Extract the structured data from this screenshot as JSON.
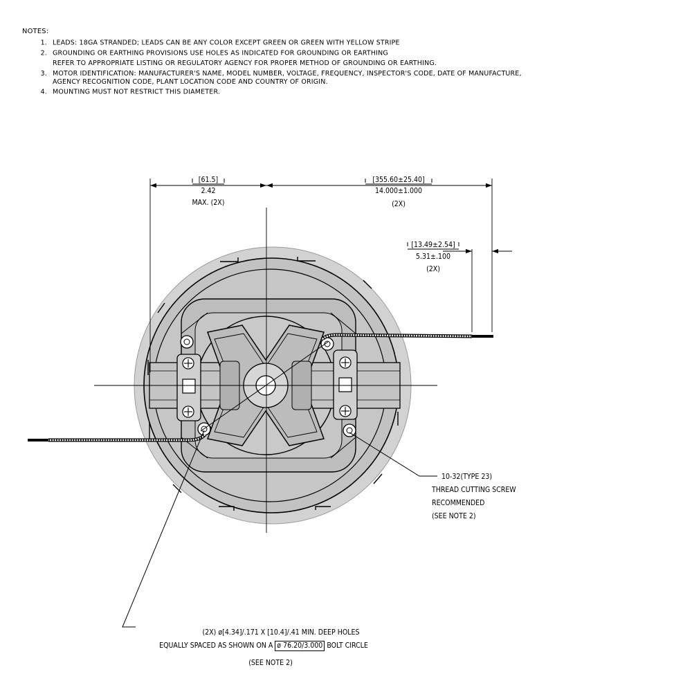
{
  "notes": {
    "title": "NOTES:",
    "items": [
      {
        "num": "1.",
        "lines": [
          "LEADS: 18GA STRANDED; LEADS CAN BE ANY COLOR EXCEPT GREEN OR GREEN WITH YELLOW STRIPE"
        ]
      },
      {
        "num": "2.",
        "lines": [
          "GROUNDING OR EARTHING PROVISIONS USE HOLES AS INDICATED FOR GROUNDING OR EARTHING",
          "REFER TO APPROPRIATE LISTING OR REGULATORY AGENCY FOR PROPER METHOD OF GROUNDING OR EARTHING."
        ]
      },
      {
        "num": "3.",
        "lines": [
          "MOTOR IDENTIFICATION: MANUFACTURER'S NAME, MODEL NUMBER, VOLTAGE, FREQUENCY, INSPECTOR'S CODE, DATE OF MANUFACTURE,",
          "AGENCY RECOGNITION CODE, PLANT LOCATION CODE AND COUNTRY OF ORIGIN."
        ]
      },
      {
        "num": "4.",
        "lines": [
          "MOUNTING MUST NOT RESTRICT THIS DIAMETER."
        ]
      }
    ]
  },
  "dimensions": {
    "left": {
      "metric": "[61.5]",
      "imperial": "2.42",
      "qualifier": "MAX. (2X)"
    },
    "right": {
      "metric": "[355.60±25.40]",
      "imperial": "14.000±1.000",
      "qualifier": "(2X)"
    },
    "strip": {
      "metric": "[13.49±2.54]",
      "imperial": "5.31±.100",
      "qualifier": "(2X)"
    }
  },
  "screw_callout": {
    "line1": "10-32(TYPE 23)",
    "line2": "THREAD CUTTING SCREW",
    "line3": "RECOMMENDED",
    "line4": "(SEE NOTE 2)"
  },
  "hole_callout": {
    "line1": "(2X) ø[4.34]/.171 X [10.4]/.41 MIN. DEEP HOLES",
    "line2_pre": "EQUALLY SPACED AS SHOWN ON A",
    "line2_box": "ø 76.20/3.000",
    "line2_post": "BOLT CIRCLE",
    "line3": "(SEE NOTE 2)"
  },
  "colors": {
    "shell_gray": "#cfcfcf",
    "shell_dark": "#b9b9b9",
    "line": "#000000"
  }
}
